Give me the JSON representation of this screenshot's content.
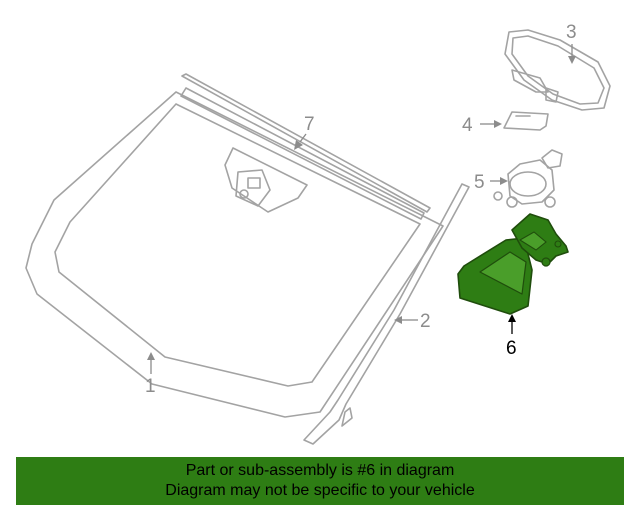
{
  "diagram": {
    "callouts": [
      "1",
      "2",
      "3",
      "4",
      "5",
      "6",
      "7"
    ],
    "highlighted_part": "6",
    "colors": {
      "line_art": "#a3a3a3",
      "callout_text": "#8c8c8c",
      "highlight_fill": "#2e7d14",
      "highlight_stroke": "#1f4d0c",
      "banner_background": "#2e7d14"
    }
  },
  "banner": {
    "line1": "Part or sub-assembly is #6 in diagram",
    "line2": "Diagram may not be specific to your vehicle"
  }
}
